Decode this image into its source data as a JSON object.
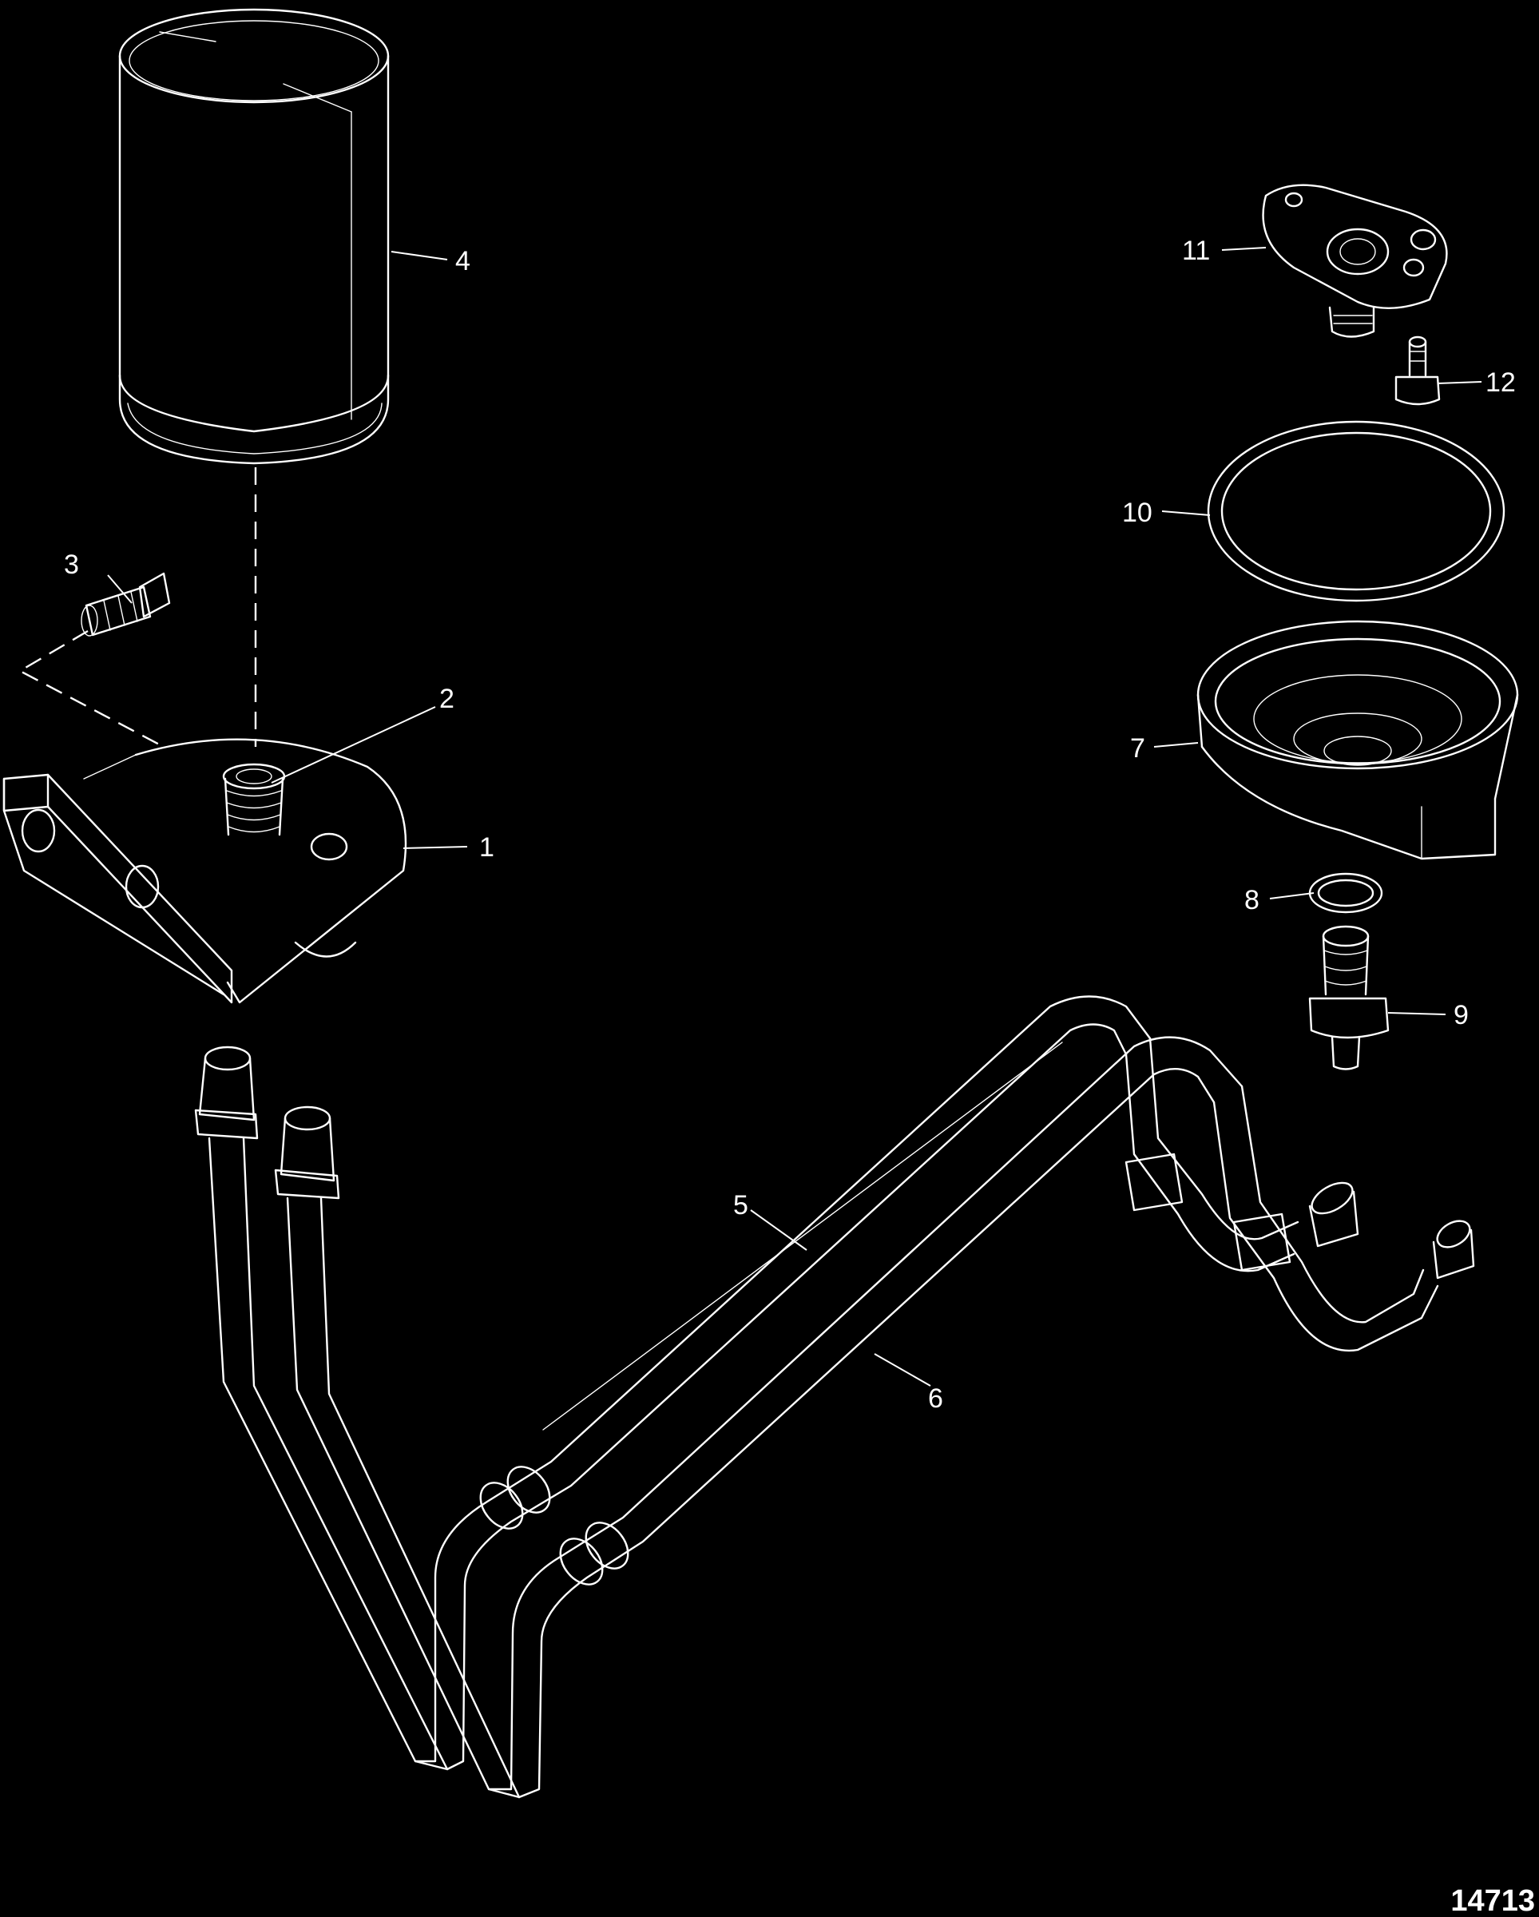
{
  "diagram": {
    "callouts": {
      "c1": "1",
      "c2": "2",
      "c3": "3",
      "c4": "4",
      "c5": "5",
      "c6": "6",
      "c7": "7",
      "c8": "8",
      "c9": "9",
      "c10": "10",
      "c11": "11",
      "c12": "12"
    },
    "figure_number": "14713",
    "colors": {
      "background": "#000000",
      "linework": "#ffffff"
    }
  }
}
